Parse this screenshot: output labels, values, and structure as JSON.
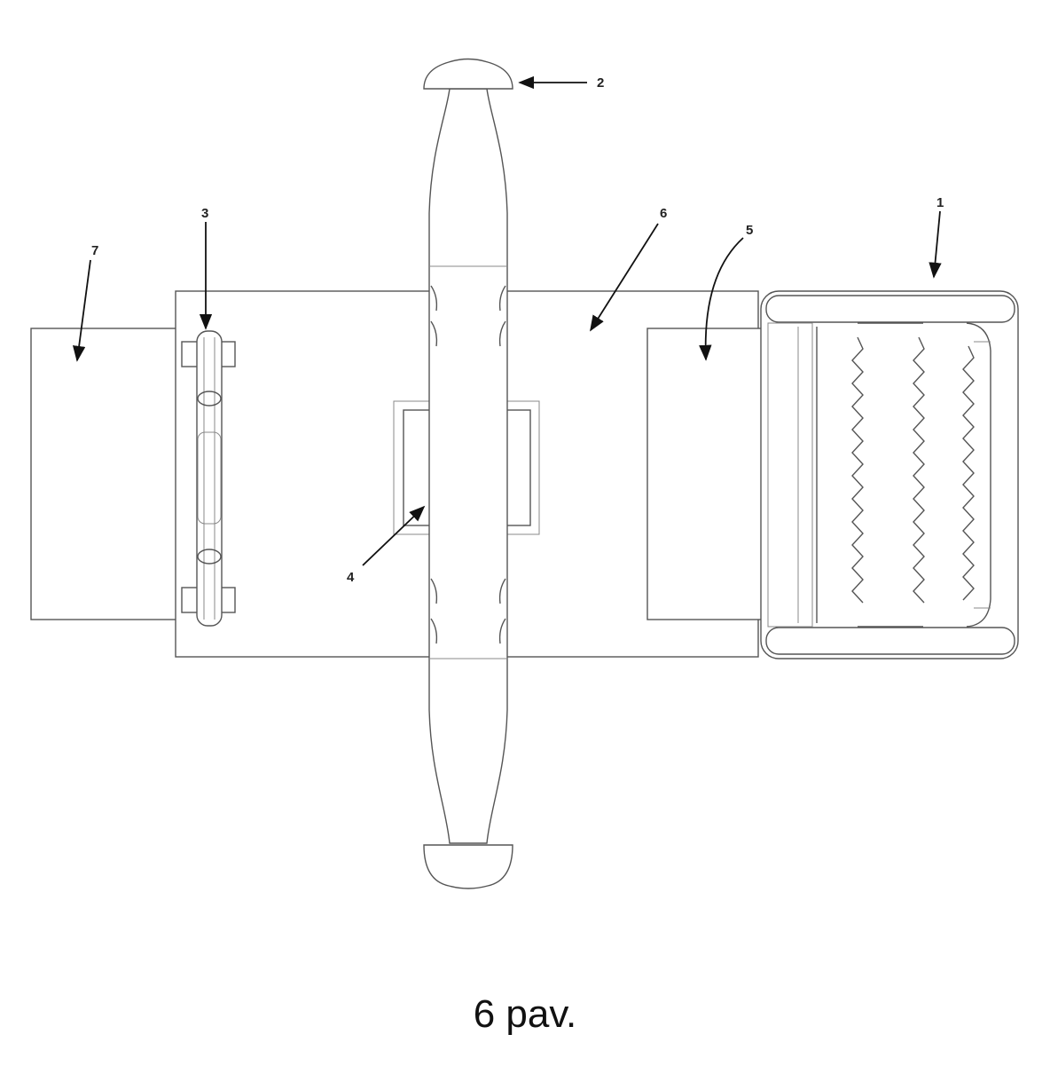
{
  "figure": {
    "caption": "6 pav.",
    "labels": {
      "buckle": "1",
      "handle": "2",
      "ring": "3",
      "inner_pad": "4",
      "right_strap": "5",
      "main_panel": "6",
      "left_strap": "7"
    }
  }
}
